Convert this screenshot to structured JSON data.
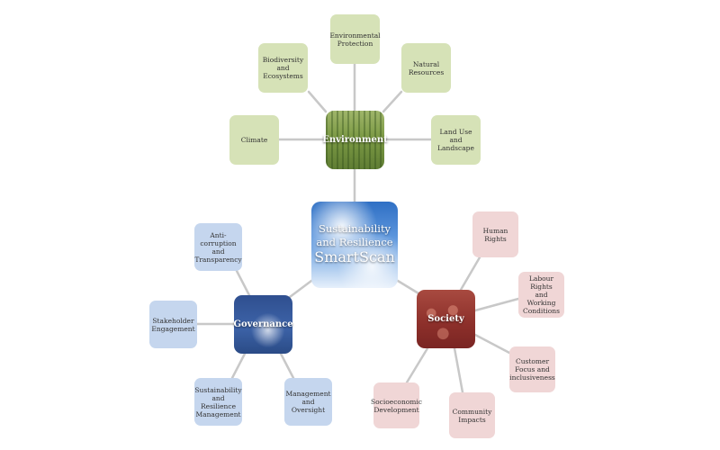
{
  "center": {
    "line1": "Sustainability",
    "line2": "and Resilience",
    "brand": "SmartScan"
  },
  "hubs": {
    "environment": "Environment",
    "governance": "Governance",
    "society": "Society"
  },
  "environment": {
    "climate": "Climate",
    "biodiversity": "Biodiversity and\nEcosystems",
    "protection": "Environmental\nProtection",
    "resources": "Natural\nResources",
    "landuse": "Land Use and\nLandscape"
  },
  "governance": {
    "anticorruption": "Anti-corruption\nand\nTransparency",
    "stakeholder": "Stakeholder\nEngagement",
    "srm": "Sustainability\nand Resilience\nManagement",
    "oversight": "Management\nand Oversight"
  },
  "society": {
    "human_rights": "Human Rights",
    "labour": "Labour Rights\nand Working\nConditions",
    "customer": "Customer\nFocus and\ninclusiveness",
    "community": "Community\nImpacts",
    "socioeconomic": "Socioeconomic\nDevelopment"
  },
  "colors": {
    "environment_box": "#d6e2b7",
    "governance_box": "#c5d6ee",
    "society_box": "#f0d6d6",
    "connector": "#c8c8c8"
  }
}
